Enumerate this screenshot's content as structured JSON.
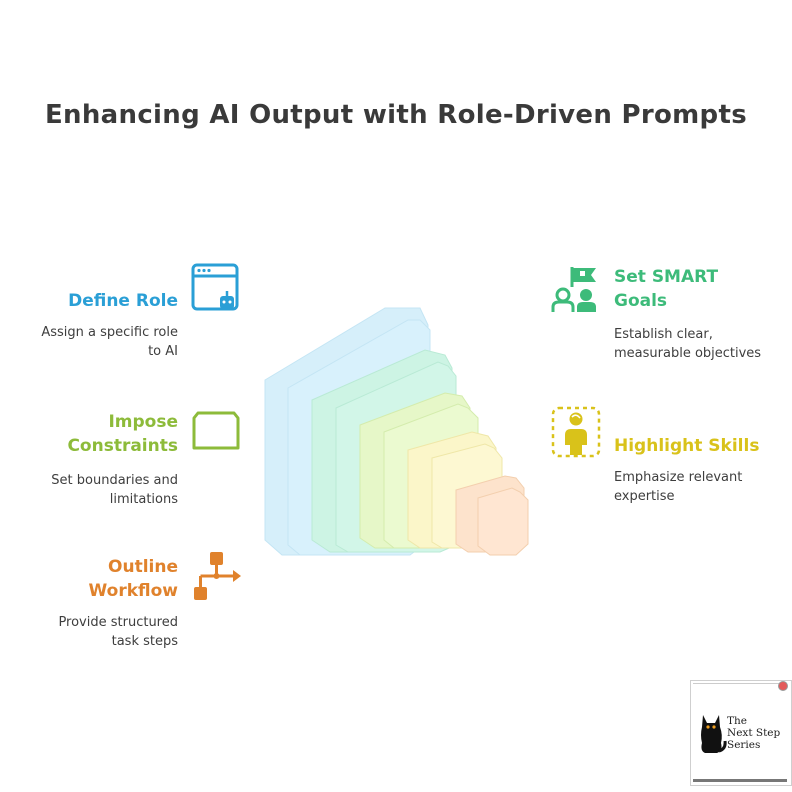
{
  "title": "Enhancing AI Output with Role-Driven Prompts",
  "items": [
    {
      "key": "define-role",
      "title": "Define Role",
      "desc": "Assign a specific role\nto AI",
      "color": "#2a9fd6",
      "icon": "browser-bot-icon"
    },
    {
      "key": "impose-constraints",
      "title": "Impose\nConstraints",
      "desc": "Set boundaries and\nlimitations",
      "color": "#8dbb3a",
      "icon": "frame-icon"
    },
    {
      "key": "outline-workflow",
      "title": "Outline\nWorkflow",
      "desc": "Provide structured\ntask steps",
      "color": "#e0822c",
      "icon": "flowchart-icon"
    },
    {
      "key": "set-smart-goals",
      "title": "Set SMART\nGoals",
      "desc": "Establish clear,\nmeasurable objectives",
      "color": "#3dbb7a",
      "icon": "team-goal-flag-icon"
    },
    {
      "key": "highlight-skills",
      "title": "Highlight Skills",
      "desc": "Emphasize relevant\nexpertise",
      "color": "#d9c21a",
      "icon": "person-highlight-icon"
    }
  ],
  "badge": {
    "text": "The\nNext Step\nSeries",
    "icon": "black-cat-icon"
  }
}
